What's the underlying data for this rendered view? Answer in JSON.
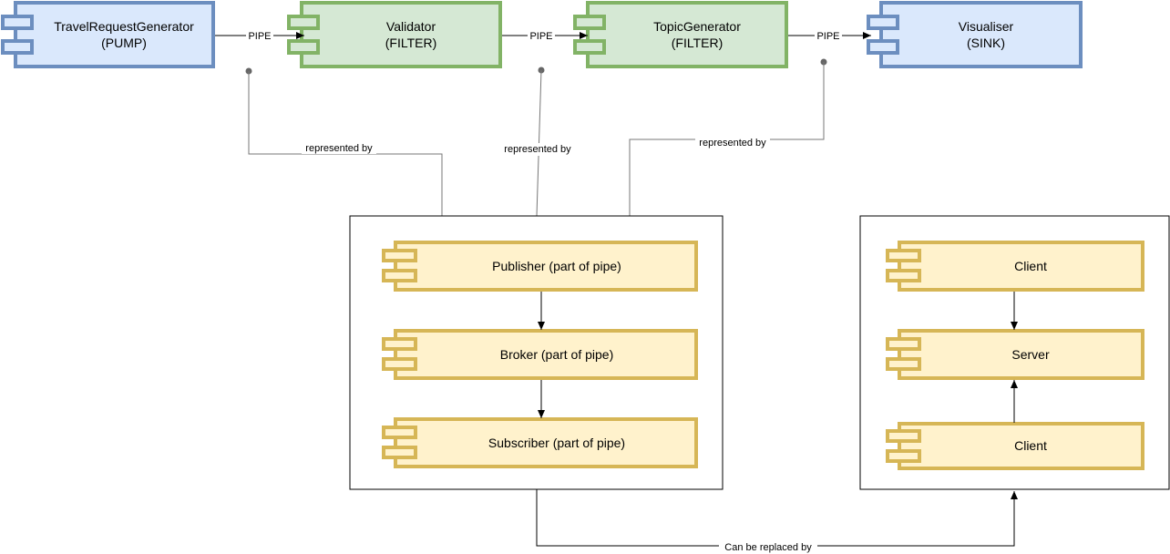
{
  "diagram": {
    "top_components": [
      {
        "id": "pump",
        "title": "TravelRequestGenerator",
        "role": "(PUMP)",
        "fill": "#dae8fc",
        "stroke": "#6c8ebf"
      },
      {
        "id": "validator",
        "title": "Validator",
        "role": "(FILTER)",
        "fill": "#d5e8d4",
        "stroke": "#82b366"
      },
      {
        "id": "topic",
        "title": "TopicGenerator",
        "role": "(FILTER)",
        "fill": "#d5e8d4",
        "stroke": "#82b366"
      },
      {
        "id": "sink",
        "title": "Visualiser",
        "role": "(SINK)",
        "fill": "#dae8fc",
        "stroke": "#6c8ebf"
      }
    ],
    "pipe_labels": [
      "PIPE",
      "PIPE",
      "PIPE"
    ],
    "represented_labels": [
      "represented by",
      "represented by",
      "represented by"
    ],
    "pubsub_components": [
      {
        "id": "publisher",
        "label": "Publisher (part of pipe)"
      },
      {
        "id": "broker",
        "label": "Broker (part of pipe)"
      },
      {
        "id": "subscriber",
        "label": "Subscriber (part of pipe)"
      }
    ],
    "clientserver_components": [
      {
        "id": "client-top",
        "label": "Client"
      },
      {
        "id": "server",
        "label": "Server"
      },
      {
        "id": "client-bottom",
        "label": "Client"
      }
    ],
    "replace_label": "Can be replaced by",
    "colors": {
      "yellow_fill": "#fff2cc",
      "yellow_stroke": "#d6b656",
      "connector": "#000000",
      "dot": "#666666"
    }
  }
}
